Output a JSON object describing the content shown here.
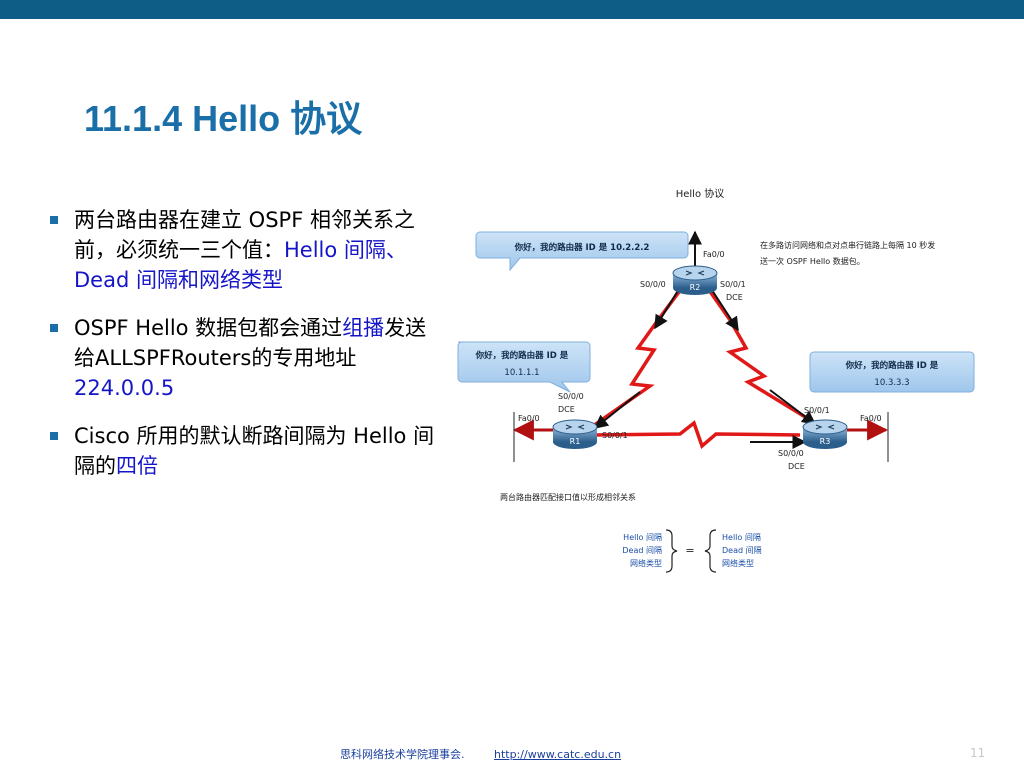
{
  "title": "11.1.4 Hello 协议",
  "bullets": [
    {
      "text_a": "两台路由器在建立 OSPF 相邻关系之前，必须统一三个值：",
      "text_b": "Hello 间隔、Dead 间隔和网络类型"
    },
    {
      "text_a": "OSPF Hello 数据包都会通过",
      "text_b": "组播",
      "text_c": "发送给ALLSPFRouters的专用地址",
      "text_d": "224.0.0.5"
    },
    {
      "text_a": "Cisco 所用的默认断路间隔为 Hello 间隔的",
      "text_b": "四倍"
    }
  ],
  "diagram": {
    "title": "Hello 协议",
    "note_line1": "在多路访问网络和点对点串行链路上每隔 10 秒发",
    "note_line2": "送一次 OSPF Hello 数据包。",
    "routers": {
      "r1": {
        "name": "R1",
        "callout_line1": "你好，我的路由器 ID 是",
        "callout_line2": "10.1.1.1"
      },
      "r2": {
        "name": "R2",
        "callout_line1": "你好，我的路由器 ID 是 10.2.2.2"
      },
      "r3": {
        "name": "R3",
        "callout_line1": "你好，我的路由器 ID 是",
        "callout_line2": "10.3.3.3"
      }
    },
    "interfaces": {
      "r2_fa": "Fa0/0",
      "r2_s0": "S0/0/0",
      "r2_s1": "S0/0/1",
      "r2_dce": "DCE",
      "r1_fa": "Fa0/0",
      "r1_s0": "S0/0/0",
      "r1_dce": "DCE",
      "r1_s1": "S0/0/1",
      "r3_s1": "S0/0/1",
      "r3_fa": "Fa0/0",
      "r3_s0": "S0/0/0",
      "r3_dce": "DCE"
    },
    "match_caption": "两台路由器匹配接口值以形成相邻关系",
    "match_left": [
      "Hello 间隔",
      "Dead 间隔",
      "网络类型"
    ],
    "match_equals": "=",
    "match_right": [
      "Hello 间隔",
      "Dead 间隔",
      "网络类型"
    ]
  },
  "footer": {
    "org": "思科网络技术学院理事会.",
    "url": "http://www.catc.edu.cn"
  },
  "page_number": "11",
  "colors": {
    "topbar": "#0e5d86",
    "title": "#1a6fa8",
    "highlight": "#1515c8",
    "serial_link": "#e01818",
    "callout": "#a8cdf0"
  }
}
